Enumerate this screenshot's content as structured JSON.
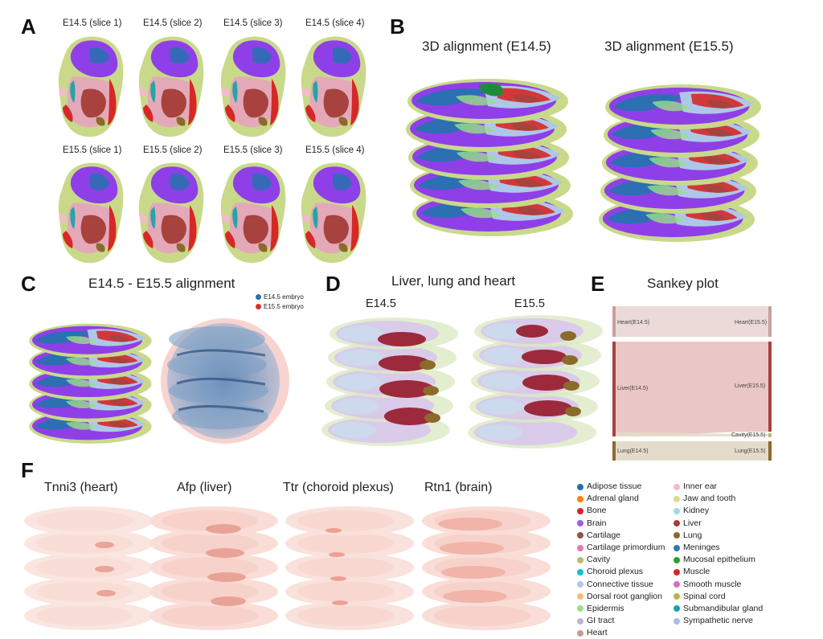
{
  "panels": {
    "A": {
      "letter": "A",
      "slices_row1": [
        "E14.5 (slice 1)",
        "E14.5 (slice 2)",
        "E14.5 (slice 3)",
        "E14.5 (slice 4)"
      ],
      "slices_row2": [
        "E15.5 (slice 1)",
        "E15.5 (slice 2)",
        "E15.5 (slice 3)",
        "E15.5 (slice 4)"
      ]
    },
    "B": {
      "letter": "B",
      "title_left": "3D alignment (E14.5)",
      "title_right": "3D alignment  (E15.5)"
    },
    "C": {
      "letter": "C",
      "title": "E14.5 - E15.5 alignment",
      "legend": [
        {
          "label": "E14.5 embryo",
          "color": "#2f6db5"
        },
        {
          "label": "E15.5 embryo",
          "color": "#d9302c"
        }
      ]
    },
    "D": {
      "letter": "D",
      "title": "Liver, lung and heart",
      "sub_left": "E14.5",
      "sub_right": "E15.5"
    },
    "E": {
      "letter": "E",
      "title": "Sankey plot",
      "nodes_left": [
        "Heart(E14.5)",
        "Liver(E14.5)",
        "Lung(E14.5)"
      ],
      "nodes_right": [
        "Heart(E15.5)",
        "Liver(E15.5)",
        "Cavity(E15.5)",
        "Lung(E15.5)"
      ]
    },
    "F": {
      "letter": "F",
      "genes": [
        "Tnni3 (heart)",
        "Afp (liver)",
        "Ttr (choroid plexus)",
        "Rtn1 (brain)"
      ]
    }
  },
  "legend": {
    "col1": [
      {
        "label": "Adipose tissue",
        "color": "#1f6fb2"
      },
      {
        "label": "Adrenal gland",
        "color": "#ff7f0e"
      },
      {
        "label": "Bone",
        "color": "#d62728"
      },
      {
        "label": "Brain",
        "color": "#9b5de5"
      },
      {
        "label": "Cartilage",
        "color": "#8c564b"
      },
      {
        "label": "Cartilage primordium",
        "color": "#e377c2"
      },
      {
        "label": "Cavity",
        "color": "#bcbd6a"
      },
      {
        "label": "Choroid plexus",
        "color": "#17becf"
      },
      {
        "label": "Connective tissue",
        "color": "#aec7e8"
      },
      {
        "label": "Dorsal root ganglion",
        "color": "#ffbb78"
      },
      {
        "label": "Epidermis",
        "color": "#98df8a"
      },
      {
        "label": "GI tract",
        "color": "#c5b0d5"
      },
      {
        "label": "Heart",
        "color": "#c49c94"
      }
    ],
    "col2": [
      {
        "label": "Inner ear",
        "color": "#f7b6d2"
      },
      {
        "label": "Jaw and tooth",
        "color": "#dbdb8d"
      },
      {
        "label": "Kidney",
        "color": "#9edae5"
      },
      {
        "label": "Liver",
        "color": "#a83c3c"
      },
      {
        "label": "Lung",
        "color": "#8b6a2b"
      },
      {
        "label": "Meninges",
        "color": "#2b7bb9"
      },
      {
        "label": "Mucosal epithelium",
        "color": "#2ca02c"
      },
      {
        "label": "Muscle",
        "color": "#d62728"
      },
      {
        "label": "Smooth muscle",
        "color": "#d66bc4"
      },
      {
        "label": "Spinal cord",
        "color": "#b5b54a"
      },
      {
        "label": "Submandibular gland",
        "color": "#17a2b8"
      },
      {
        "label": "Sympathetic nerve",
        "color": "#a6bde6"
      }
    ]
  }
}
